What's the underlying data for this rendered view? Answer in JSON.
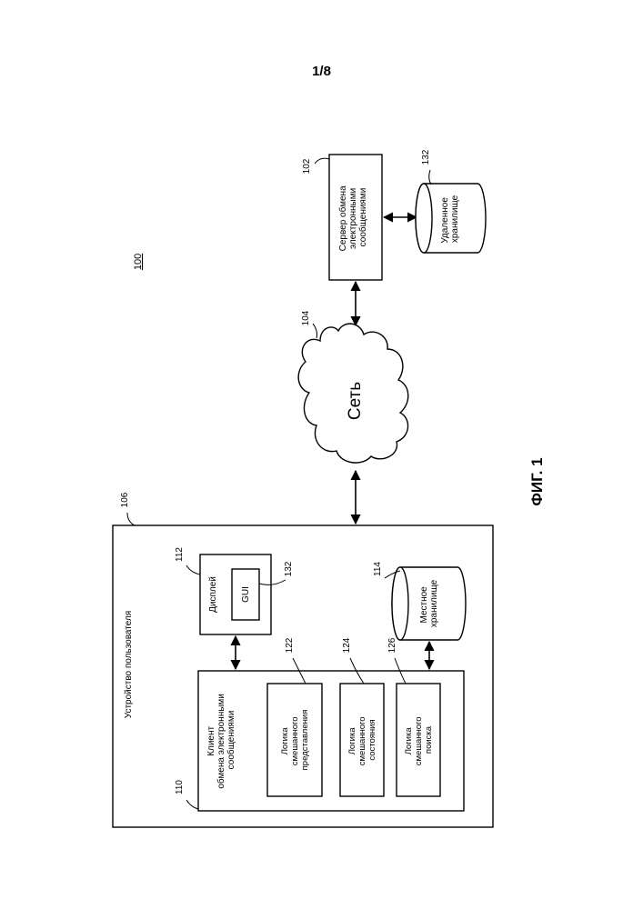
{
  "page_number": "1/8",
  "figure": {
    "ref_number": "100",
    "caption": "ФИГ. 1"
  },
  "server": {
    "ref": "102",
    "lines": [
      "Сервер обмена",
      "электронными",
      "сообщениями"
    ]
  },
  "remote_storage": {
    "ref": "132",
    "lines": [
      "Удаленное",
      "хранилище"
    ]
  },
  "network": {
    "ref": "104",
    "label": "Сеть"
  },
  "user_device": {
    "ref": "106",
    "label": "Устройство пользователя"
  },
  "display": {
    "ref": "112",
    "label": "Дисплей",
    "gui_label": "GUI",
    "gui_ref": "132"
  },
  "local_storage": {
    "ref": "114",
    "lines": [
      "Местное",
      "хранилище"
    ]
  },
  "client": {
    "ref": "110",
    "lines": [
      "Клиент",
      "обмена электронными",
      "сообщениями"
    ]
  },
  "logic_presentation": {
    "ref": "122",
    "lines": [
      "Логика",
      "смешанного",
      "представления"
    ]
  },
  "logic_state": {
    "ref": "124",
    "lines": [
      "Логика",
      "смешанного",
      "состояния"
    ]
  },
  "logic_search": {
    "ref": "126",
    "lines": [
      "Логика",
      "смешанного",
      "поиска"
    ]
  }
}
